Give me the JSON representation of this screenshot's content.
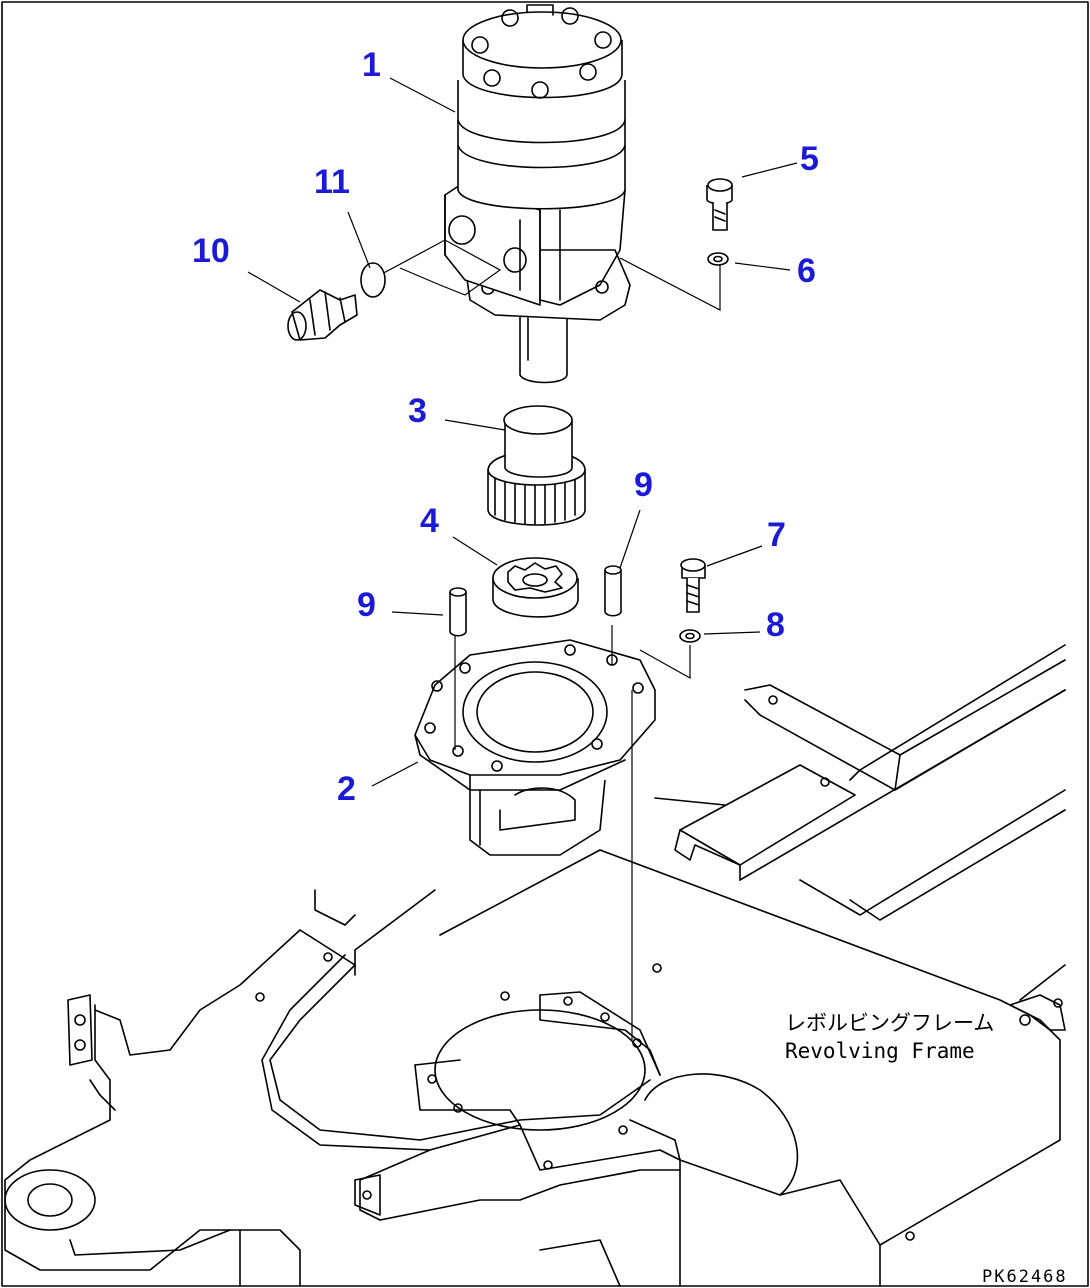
{
  "callouts": {
    "c1": "1",
    "c2": "2",
    "c3": "3",
    "c4": "4",
    "c5": "5",
    "c6": "6",
    "c7": "7",
    "c8": "8",
    "c9a": "9",
    "c9b": "9",
    "c10": "10",
    "c11": "11"
  },
  "frame_label": {
    "jp": "レボルビングフレーム",
    "en": "Revolving Frame"
  },
  "figure_code": "PK62468",
  "colors": {
    "callout": "#1b1bd6",
    "line": "#000000",
    "background": "#ffffff"
  }
}
